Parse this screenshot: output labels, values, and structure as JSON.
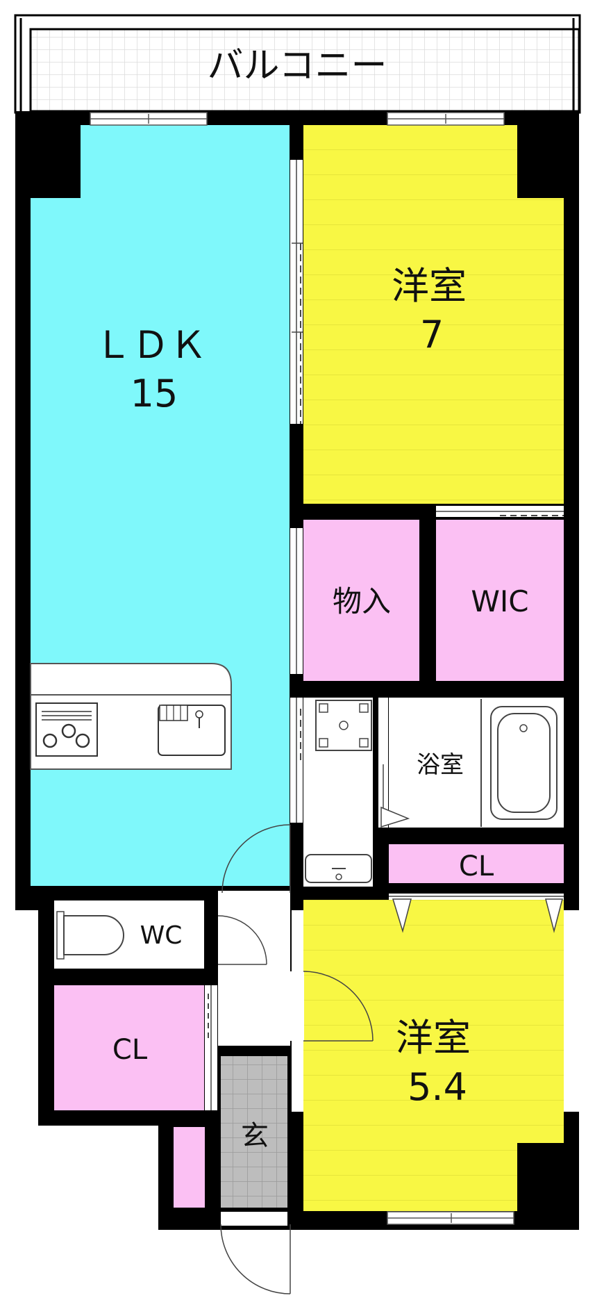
{
  "balcony": {
    "label": "バルコニー"
  },
  "rooms": {
    "ldk": {
      "name": "ＬＤＫ",
      "size": "15"
    },
    "western1": {
      "name": "洋室",
      "size": "7"
    },
    "storage": {
      "name": "物入"
    },
    "wic": {
      "name": "WIC"
    },
    "bath": {
      "name": "浴室"
    },
    "closet_upper": {
      "name": "CL"
    },
    "wc": {
      "name": "WC"
    },
    "closet_lower": {
      "name": "CL"
    },
    "western2": {
      "name": "洋室",
      "size": "5.4"
    },
    "entrance": {
      "name": "玄"
    }
  },
  "colors": {
    "ldk": "#7ff8fb",
    "western": "#f8f744",
    "storage": "#fbc0f3",
    "wall": "#000000",
    "balcony_tile": "#e8e8e8",
    "entrance_tile": "#b7b7b7"
  }
}
